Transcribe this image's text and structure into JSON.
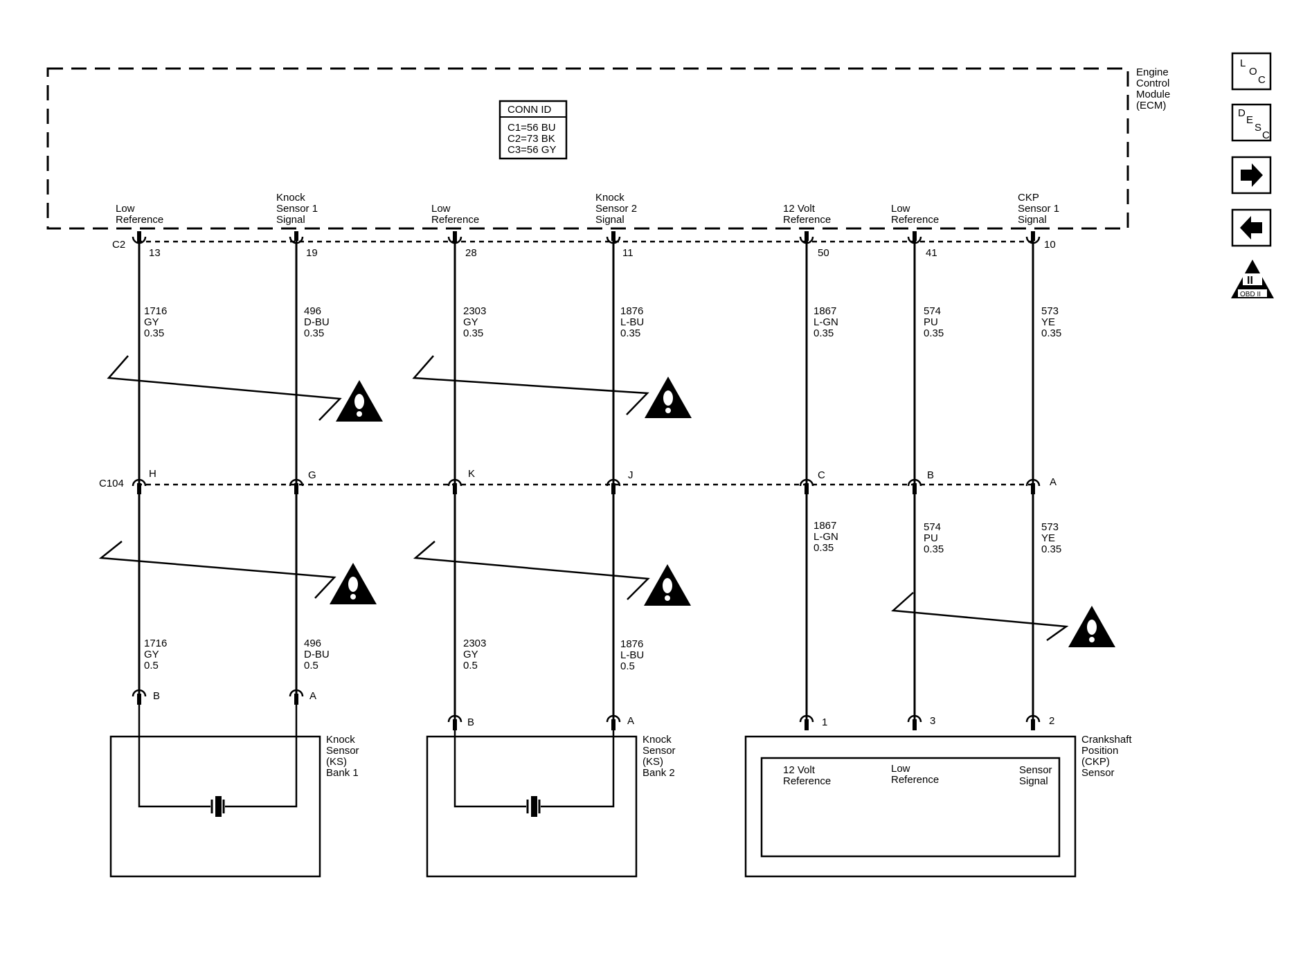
{
  "ecm": {
    "name_lines": [
      "Engine",
      "Control",
      "Module",
      "(ECM)"
    ],
    "conn_id": {
      "title": "CONN ID",
      "lines": [
        "C1=56 BU",
        "C2=73 BK",
        "C3=56 GY"
      ]
    },
    "connector": "C2",
    "pins": [
      {
        "label": [
          "Low",
          "Reference"
        ],
        "pin": "13"
      },
      {
        "label": [
          "Knock",
          "Sensor 1",
          "Signal"
        ],
        "pin": "19"
      },
      {
        "label": [
          "Low",
          "Reference"
        ],
        "pin": "28"
      },
      {
        "label": [
          "Knock",
          "Sensor 2",
          "Signal"
        ],
        "pin": "11"
      },
      {
        "label": [
          "12 Volt",
          "Reference"
        ],
        "pin": "50"
      },
      {
        "label": [
          "Low",
          "Reference"
        ],
        "pin": "41"
      },
      {
        "label": [
          "CKP",
          "Sensor 1",
          "Signal"
        ],
        "pin": "10"
      }
    ]
  },
  "wires_upper": [
    [
      "1716",
      "GY",
      "0.35"
    ],
    [
      "496",
      "D-BU",
      "0.35"
    ],
    [
      "2303",
      "GY",
      "0.35"
    ],
    [
      "1876",
      "L-BU",
      "0.35"
    ],
    [
      "1867",
      "L-GN",
      "0.35"
    ],
    [
      "574",
      "PU",
      "0.35"
    ],
    [
      "573",
      "YE",
      "0.35"
    ]
  ],
  "inline_connector": {
    "name": "C104",
    "pins": [
      "H",
      "G",
      "K",
      "J",
      "C",
      "B",
      "A"
    ]
  },
  "wires_lower": [
    [
      "1716",
      "GY",
      "0.5"
    ],
    [
      "496",
      "D-BU",
      "0.5"
    ],
    [
      "2303",
      "GY",
      "0.5"
    ],
    [
      "1876",
      "L-BU",
      "0.5"
    ],
    [
      "1867",
      "L-GN",
      "0.35"
    ],
    [
      "574",
      "PU",
      "0.35"
    ],
    [
      "573",
      "YE",
      "0.35"
    ]
  ],
  "knock_sensor_1": {
    "name_lines": [
      "Knock",
      "Sensor",
      "(KS)",
      "Bank 1"
    ],
    "pins": [
      "B",
      "A"
    ]
  },
  "knock_sensor_2": {
    "name_lines": [
      "Knock",
      "Sensor",
      "(KS)",
      "Bank 2"
    ],
    "pins": [
      "B",
      "A"
    ]
  },
  "ckp_sensor": {
    "name_lines": [
      "Crankshaft",
      "Position",
      "(CKP)",
      "Sensor"
    ],
    "pins": [
      "1",
      "3",
      "2"
    ],
    "inner_labels": [
      [
        "12 Volt",
        "Reference"
      ],
      [
        "Low",
        "Reference"
      ],
      [
        "Sensor",
        "Signal"
      ]
    ]
  },
  "nav": {
    "loc": [
      "L",
      "O",
      "C"
    ],
    "desc": [
      "D",
      "E",
      "S",
      "C"
    ],
    "next_icon": "arrow-right-icon",
    "prev_icon": "arrow-left-icon",
    "obd_numeral": "II",
    "obd_label": "OBD II"
  }
}
